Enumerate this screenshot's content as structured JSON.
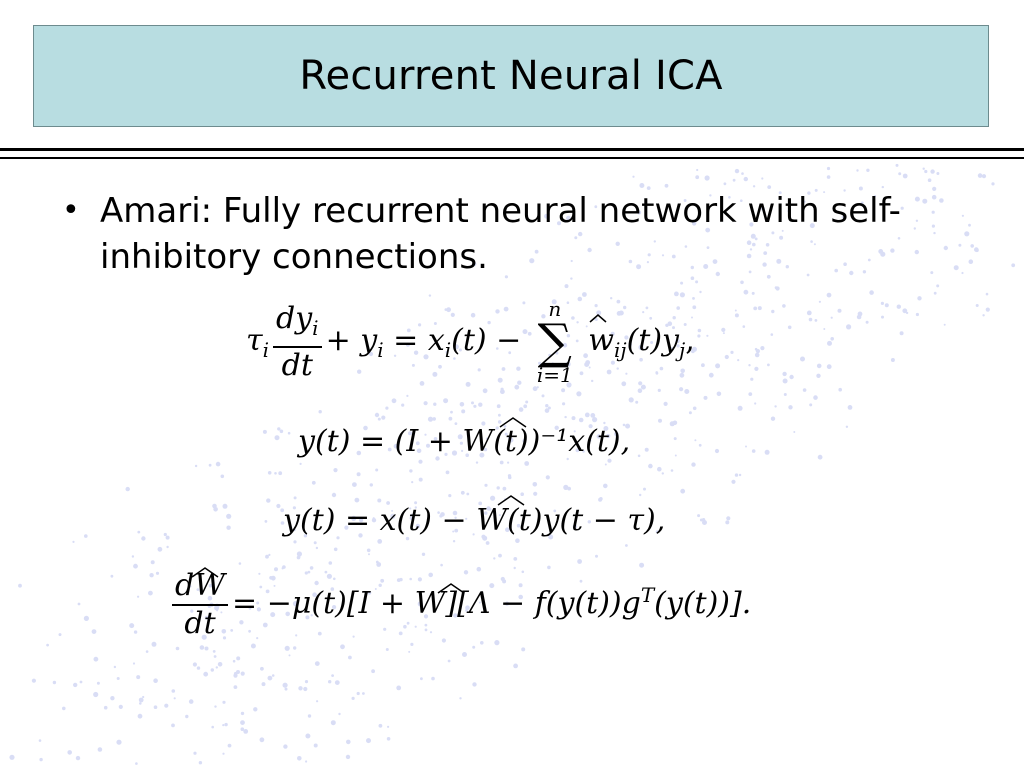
{
  "slide": {
    "title": "Recurrent Neural ICA",
    "bullet": "Amari: Fully recurrent neural network with self-inhibitory connections."
  },
  "equations": {
    "eq1": {
      "tau": "τ",
      "sub_i": "i",
      "num": "dy",
      "num_sub": "i",
      "den": "dt",
      "mid": "+ y",
      "mid_sub": "i",
      "rhs": "= x",
      "rhs_sub": "i",
      "rhs2": "(t) −",
      "sum_top": "n",
      "sum_sig": "∑",
      "sum_bot": "i=1",
      "w": "w",
      "w_sub": "ij",
      "tail": "(t)y",
      "tail_sub": "j",
      "end": ","
    },
    "eq2": {
      "text": "y(t) = (I + W(t))⁻¹x(t),"
    },
    "eq3": {
      "text": "y(t) = x(t) − W(t)y(t − τ),"
    },
    "eq4": {
      "num": "dW",
      "den": "dt",
      "rhs": "= −μ(t)[I + W][Λ − f(y(t))g",
      "sup": "T",
      "rhs_end": "(y(t))]."
    }
  }
}
